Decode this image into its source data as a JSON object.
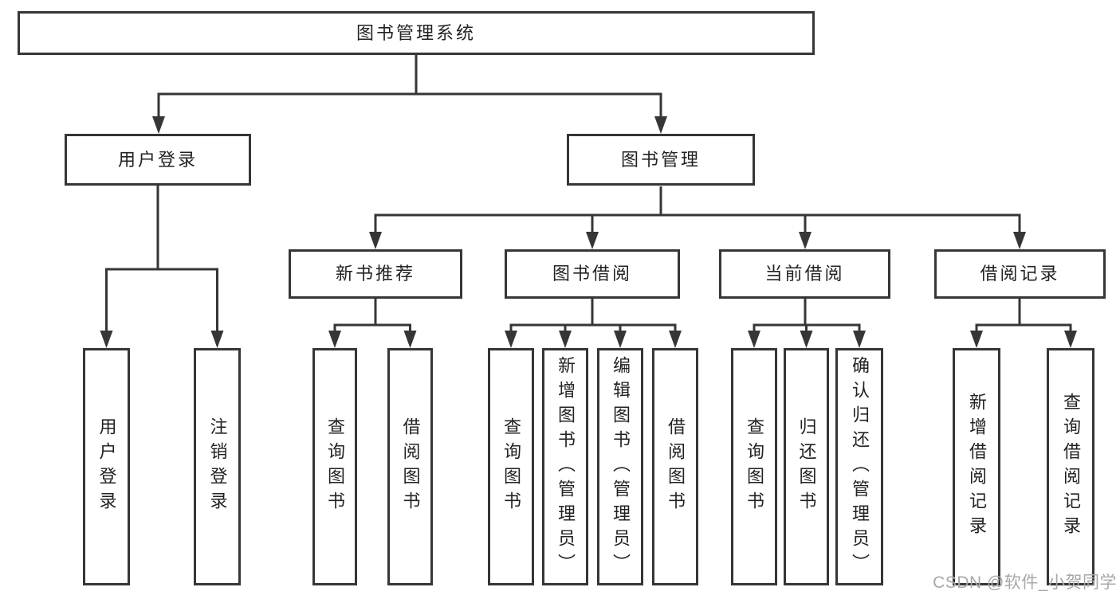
{
  "diagram": {
    "root": {
      "label": "图书管理系统"
    },
    "level2": [
      {
        "label": "用户登录"
      },
      {
        "label": "图书管理"
      }
    ],
    "level3": [
      {
        "label": "新书推荐"
      },
      {
        "label": "图书借阅"
      },
      {
        "label": "当前借阅"
      },
      {
        "label": "借阅记录"
      }
    ],
    "leaves": [
      {
        "label": "用户登录"
      },
      {
        "label": "注销登录"
      },
      {
        "label": "查询图书"
      },
      {
        "label": "借阅图书"
      },
      {
        "label": "查询图书"
      },
      {
        "label": "新增图书（管理员）"
      },
      {
        "label": "编辑图书（管理员）"
      },
      {
        "label": "借阅图书"
      },
      {
        "label": "查询图书"
      },
      {
        "label": "归还图书"
      },
      {
        "label": "确认归还（管理员）"
      },
      {
        "label": "新增借阅记录"
      },
      {
        "label": "查询借阅记录"
      }
    ]
  },
  "watermark": "CSDN @软件_小贺同学",
  "colors": {
    "line": "#363636",
    "text": "#222222",
    "watermark": "#a8a8a8",
    "background": "#ffffff"
  }
}
